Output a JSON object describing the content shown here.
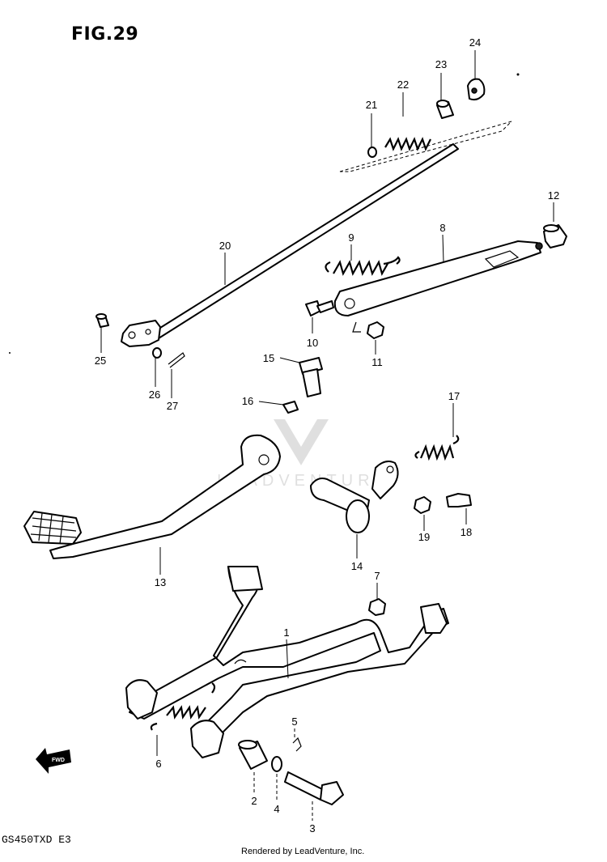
{
  "figure": {
    "title": "FIG.29",
    "model_code": "GS450TXD  E3",
    "credit": "Rendered by LeadVenture, Inc.",
    "watermark_text": "LEADVENTURE"
  },
  "direction_label": "FWD",
  "callouts": {
    "c1": "1",
    "c2": "2",
    "c3": "3",
    "c4": "4",
    "c5": "5",
    "c6": "6",
    "c7": "7",
    "c8": "8",
    "c9": "9",
    "c10": "10",
    "c11": "11",
    "c12": "12",
    "c13": "13",
    "c14": "14",
    "c15": "15",
    "c16": "16",
    "c17": "17",
    "c18": "18",
    "c19": "19",
    "c20": "20",
    "c21": "21",
    "c22": "22",
    "c23": "23",
    "c24": "24",
    "c25": "25",
    "c26": "26",
    "c27": "27"
  }
}
